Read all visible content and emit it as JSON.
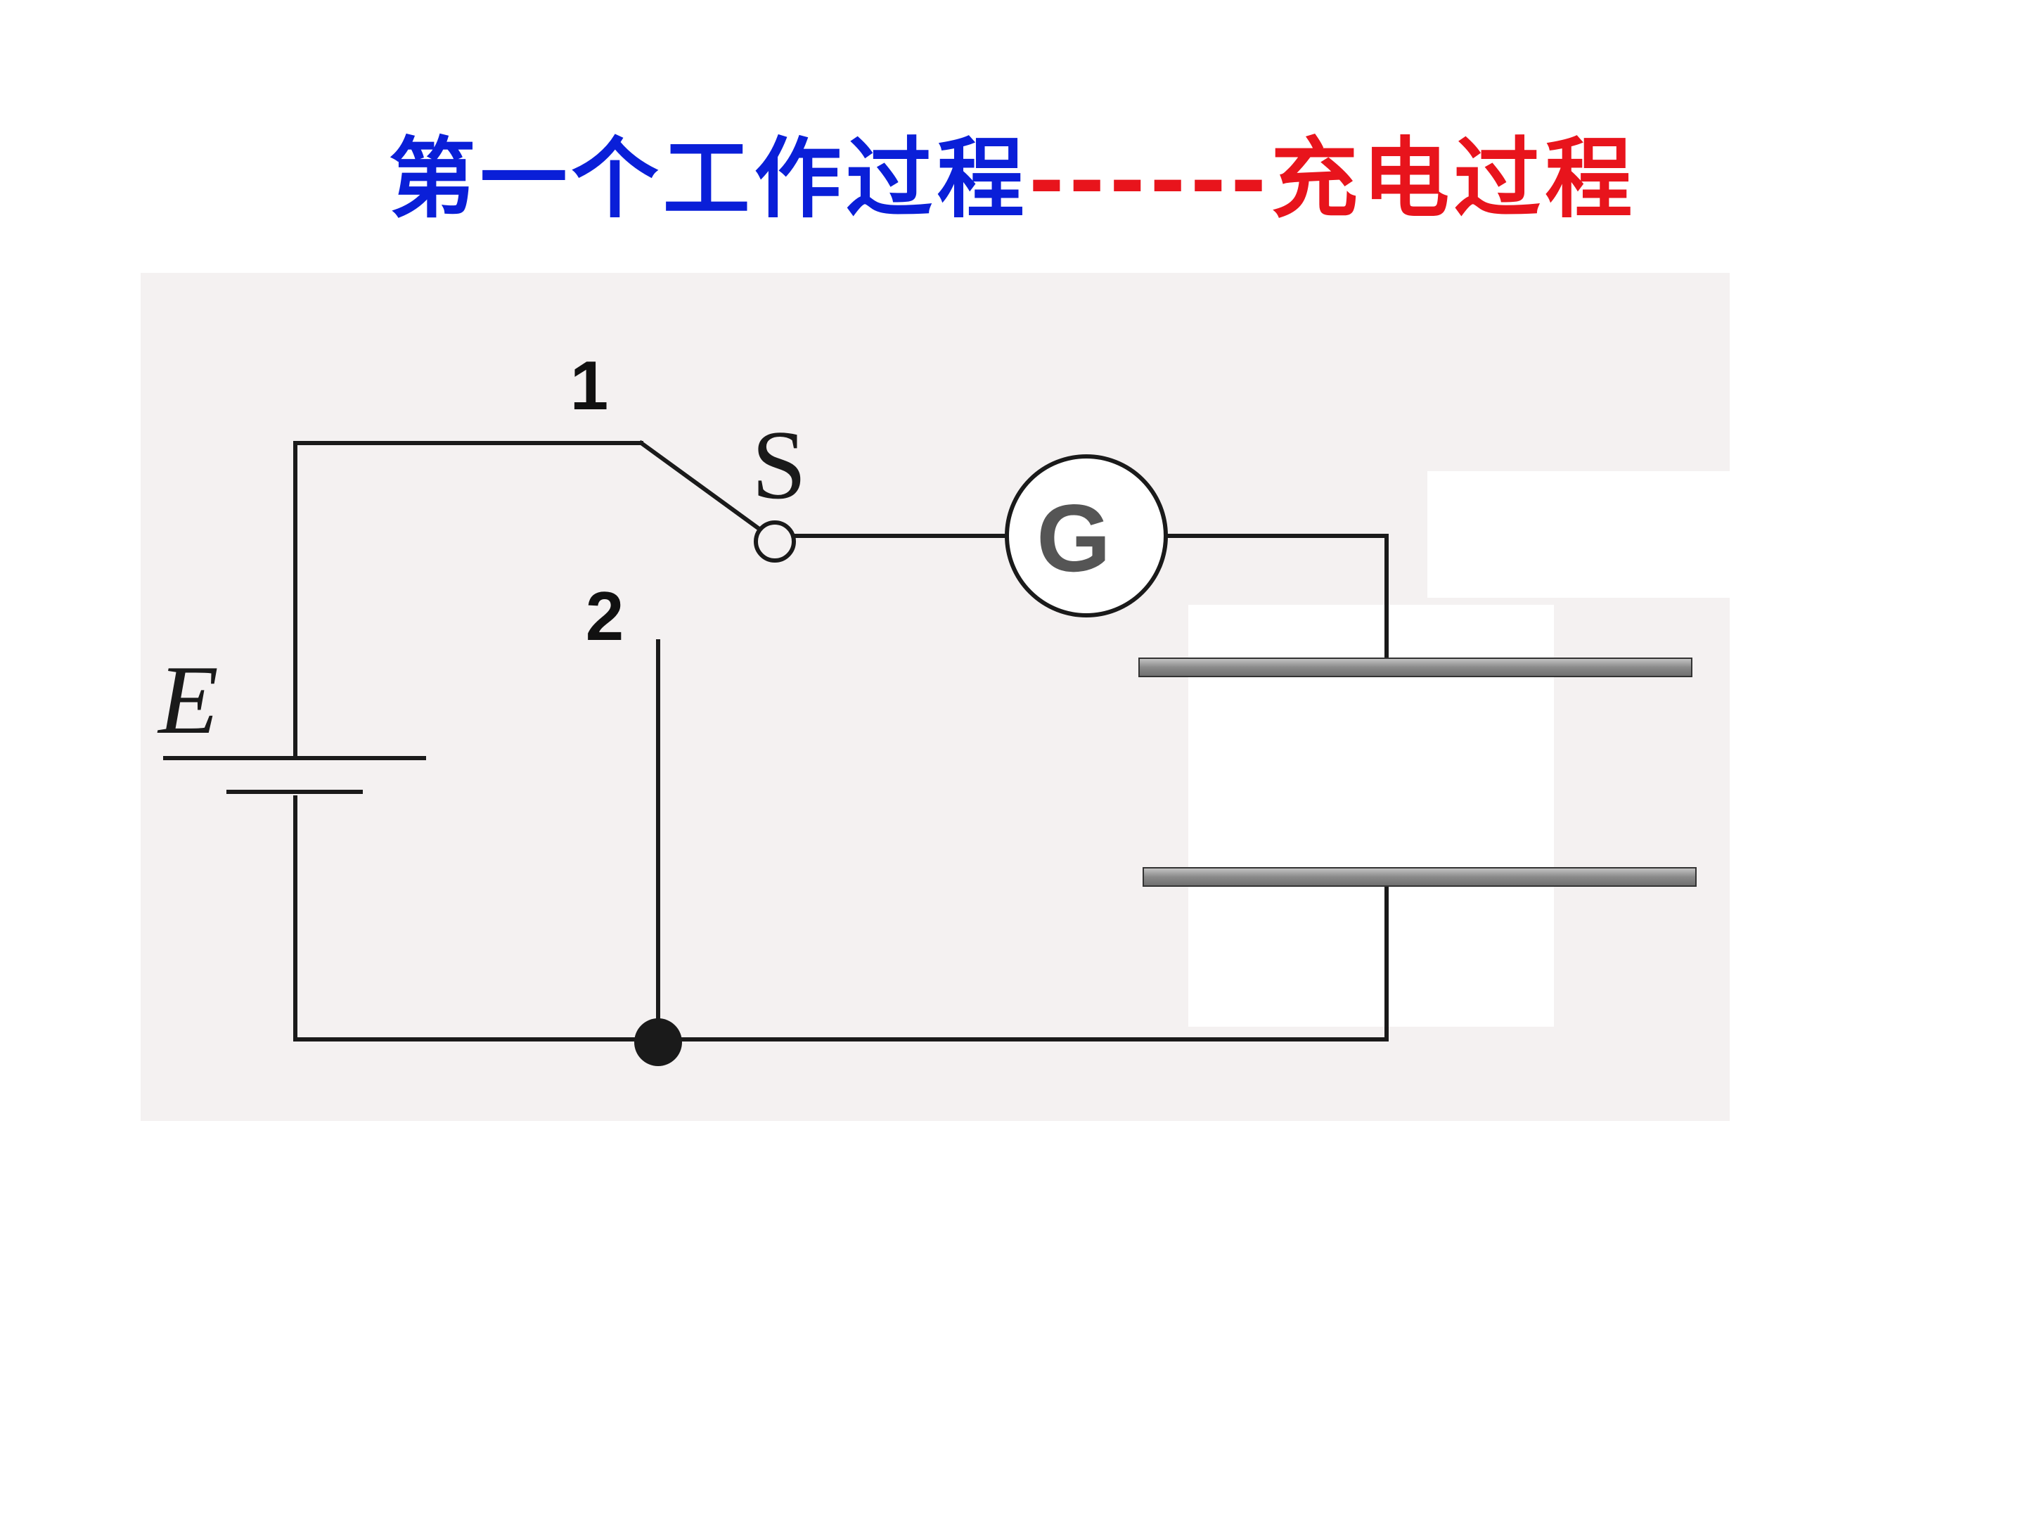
{
  "title": {
    "part1": "第一个工作过程",
    "separator": "------",
    "part2": "充电过程"
  },
  "colors": {
    "title_blue": "#0a1fd8",
    "title_red": "#e8141c",
    "wire": "#1a1a1a",
    "plate": "#8f8f8f",
    "galvanometer_text": "#555555"
  },
  "diagram": {
    "terminal_1": "1",
    "terminal_2": "2",
    "switch_label": "S",
    "galvanometer_label": "G",
    "emf_label": "E"
  }
}
